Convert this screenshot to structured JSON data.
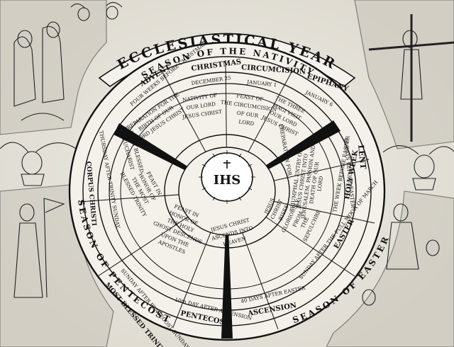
{
  "title": "ECCLESIASTICAL YEAR",
  "center_monogram": "IHS",
  "seasons": {
    "nativity": "SEASON OF THE NATIVITY",
    "easter": "SEASON OF EASTER",
    "pentecost": "SEASON OF PENTECOST"
  },
  "feast_headers": {
    "advent": "ADVENT",
    "christmas": "CHRISTMAS",
    "circumcision": "CIRCUMCISION",
    "epiphany": "EPIPHANY",
    "lent": "LENT",
    "holy_week": "HOLY WEEK",
    "easter": "EASTER",
    "ascension": "ASCENSION",
    "pentecost": "PENTECOST",
    "most_blessed_trinity": "MOST BLESSED TRINITY",
    "corpus_christi": "CORPUS CHRISTI"
  },
  "feast_dates": {
    "advent": "FOUR WEEKS BEFORE CHRISTMAS",
    "christmas": "DECEMBER 25",
    "circumcision": "JANUARY 1",
    "epiphany": "JANUARY 6",
    "lent": "40 DAYS BEFORE EASTER",
    "holy_week": "THE WEEK BEFORE EASTER",
    "easter": "SUNDAY AFTER THE FULL MOON OF MARCH",
    "ascension": "40 DAYS AFTER EASTER",
    "pentecost": "10th DAY AFTER ASCENSION",
    "most_blessed_trinity": "SUNDAY AFTER PENTECOST SUNDAY",
    "corpus_christi": "THURSDAY AFTER TRINITY SUNDAY"
  },
  "feast_descriptions": {
    "advent": "PREPARATION FOR THE BIRTH OF OUR LORD JESUS CHRIST",
    "christmas": "NATIVITY OF OUR LORD JESUS CHRIST",
    "circumcision": "FEAST OF THE CIRCUMCISION OF OUR LORD",
    "epiphany": "THE THREE MAGI VISIT OUR LORD JESUS CHRIST",
    "lent": "PREPARATION FOR",
    "holy_week": "TRIUMPHAL ENTRY OF JESUS CHRIST INTO JERUSALEM, PASSION AND DEATH OF OUR LORD",
    "easter": "JESUS CHRIST RISES GLORIOUSLY FROM THE SEPULCHRE",
    "ascension": "JESUS CHRIST ASCENDS INTO HEAVEN",
    "pentecost": "FEAST IN HONOR OF THE HOLY GHOST DESCENDS UPON THE APOSTLES",
    "most_blessed_trinity": "FEAST IN HONOR OF THE MOST BLESSED TRINITY",
    "corpus_christi": "MOST BLESSED EUCHARIST"
  },
  "colors": {
    "ink": "#151515",
    "paper": "#e8e5dc",
    "shade": "#b9b6ae"
  }
}
